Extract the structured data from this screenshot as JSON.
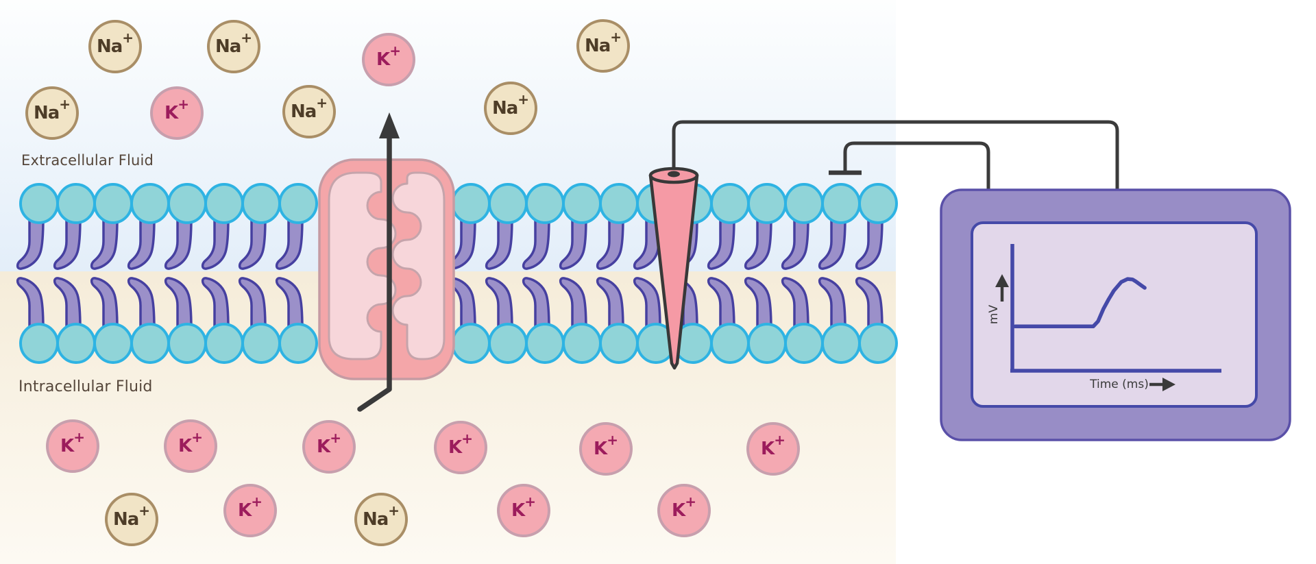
{
  "labels": {
    "extracellular_fluid": "Extracellular Fluid",
    "intracellular_fluid": "Intracellular Fluid"
  },
  "oscilloscope": {
    "y_axis_label": "mV",
    "x_axis_label": "Time (ms)"
  },
  "ions": [
    {
      "symbol": "Na",
      "charge": "+",
      "region": "extracellular"
    },
    {
      "symbol": "Na",
      "charge": "+",
      "region": "extracellular"
    },
    {
      "symbol": "K",
      "charge": "+",
      "region": "extracellular"
    },
    {
      "symbol": "Na",
      "charge": "+",
      "region": "extracellular"
    },
    {
      "symbol": "Na",
      "charge": "+",
      "region": "extracellular"
    },
    {
      "symbol": "K",
      "charge": "+",
      "region": "extracellular"
    },
    {
      "symbol": "Na",
      "charge": "+",
      "region": "extracellular"
    },
    {
      "symbol": "Na",
      "charge": "+",
      "region": "extracellular"
    },
    {
      "symbol": "K",
      "charge": "+",
      "region": "intracellular"
    },
    {
      "symbol": "K",
      "charge": "+",
      "region": "intracellular"
    },
    {
      "symbol": "K",
      "charge": "+",
      "region": "intracellular"
    },
    {
      "symbol": "K",
      "charge": "+",
      "region": "intracellular"
    },
    {
      "symbol": "K",
      "charge": "+",
      "region": "intracellular"
    },
    {
      "symbol": "K",
      "charge": "+",
      "region": "intracellular"
    },
    {
      "symbol": "Na",
      "charge": "+",
      "region": "intracellular"
    },
    {
      "symbol": "K",
      "charge": "+",
      "region": "intracellular"
    },
    {
      "symbol": "Na",
      "charge": "+",
      "region": "intracellular"
    },
    {
      "symbol": "K",
      "charge": "+",
      "region": "intracellular"
    },
    {
      "symbol": "K",
      "charge": "+",
      "region": "intracellular"
    }
  ],
  "chart_data": {
    "type": "line",
    "title": "",
    "xlabel": "Time (ms)",
    "ylabel": "mV",
    "x_ticks": [],
    "y_ticks": [],
    "axis_numeric_labels_visible": false,
    "legend": "none",
    "annotation": "flat resting membrane potential followed by a rising depolarization that peaks and begins to fall",
    "series": [
      {
        "name": "membrane-potential-trace",
        "points_norm": [
          [
            0.013,
            0.35
          ],
          [
            0.2,
            0.35
          ],
          [
            0.387,
            0.35
          ],
          [
            0.41,
            0.39
          ],
          [
            0.436,
            0.49
          ],
          [
            0.461,
            0.565
          ],
          [
            0.485,
            0.63
          ],
          [
            0.521,
            0.7
          ],
          [
            0.551,
            0.724
          ],
          [
            0.575,
            0.72
          ],
          [
            0.59,
            0.705
          ],
          [
            0.615,
            0.675
          ],
          [
            0.633,
            0.654
          ]
        ]
      }
    ]
  },
  "colors": {
    "extracellular_bg_bottom": "#e3eef9",
    "intracellular_bg_top": "#f6edda",
    "lipid_head_fill": "#90d4d8",
    "lipid_head_stroke": "#2eb3e3",
    "lipid_tail_fill": "#9b90c9",
    "lipid_tail_stroke": "#4640a0",
    "channel_fill": "#f4a6a9",
    "channel_stroke": "#c59ba3",
    "channel_lobe_fill": "#f7d6da",
    "channel_lobe_stroke": "#c5a4ab",
    "electrode_fill": "#f59aa5",
    "wire": "#3b3b3b",
    "sodium_fill": "#f1e4c6",
    "sodium_stroke": "#a98e66",
    "sodium_text": "#4e3d28",
    "potassium_fill": "#f4a9b2",
    "potassium_stroke": "#c79fad",
    "potassium_text": "#9c1c5c",
    "scope_body": "#988dc6",
    "scope_body_stroke": "#5a50a8",
    "scope_screen": "#e2d7ea",
    "scope_axis_trace": "#4549a8",
    "label_text": "#55463a",
    "scope_label_text": "#3a3a3a"
  }
}
